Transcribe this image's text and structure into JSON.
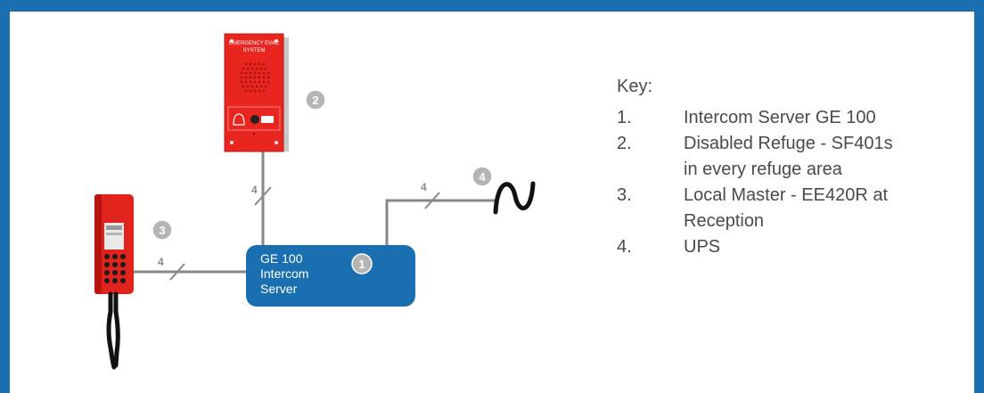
{
  "device_panel": {
    "line1": "EMERGENCY EVAC",
    "line2": "SYSTEM"
  },
  "server": {
    "lines": [
      "GE 100",
      "Intercom",
      "Server"
    ]
  },
  "badges": {
    "server": "1",
    "refuge": "2",
    "master": "3",
    "ups": "4"
  },
  "cable_counts": {
    "refuge_link": "4",
    "ups_link": "4",
    "master_link": "4"
  },
  "key": {
    "title": "Key:",
    "items": [
      {
        "num": "1.",
        "text": "Intercom Server GE 100"
      },
      {
        "num": "2.",
        "text": "Disabled Refuge - SF401s in every refuge area"
      },
      {
        "num": "3.",
        "text": "Local Master - EE420R at Reception"
      },
      {
        "num": "4.",
        "text": "UPS"
      }
    ]
  },
  "colors": {
    "frame": "#1a6fb0",
    "server_box": "#1a6fb0",
    "device_red": "#e8251f",
    "cable": "#888888",
    "badge": "#b5b5b5",
    "key_text": "#4a4a4a"
  }
}
